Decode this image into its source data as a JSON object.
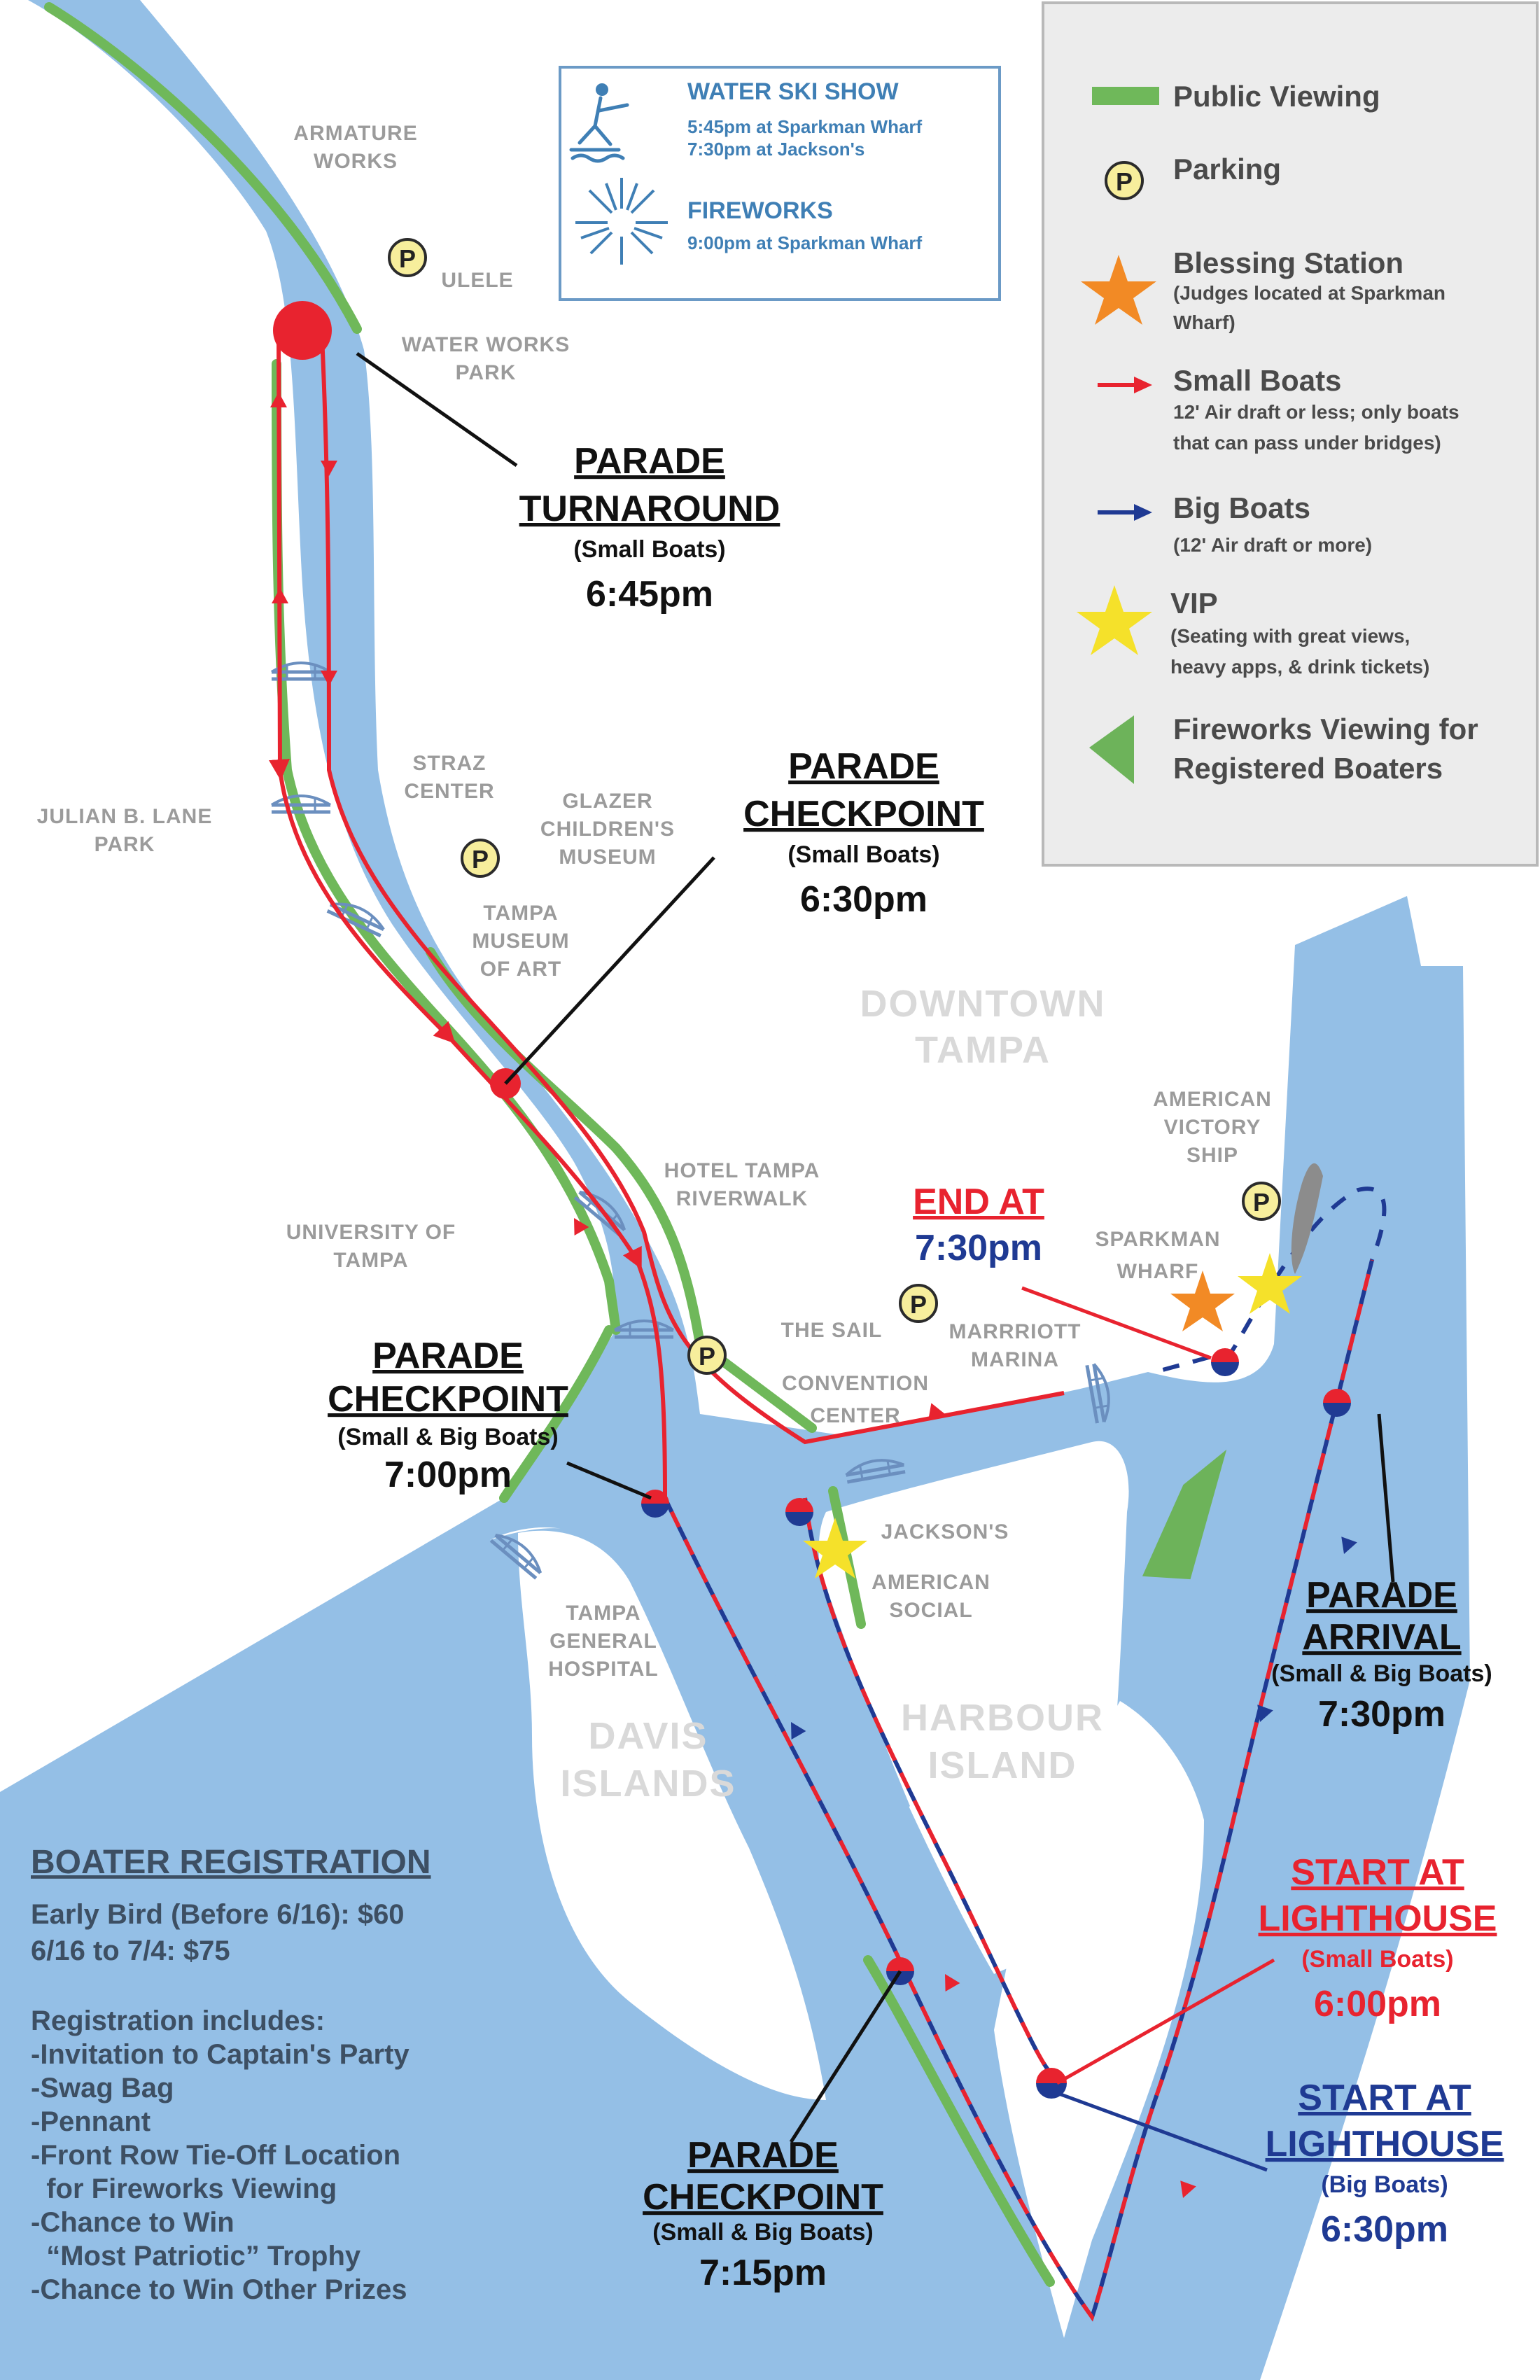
{
  "places": {
    "armature_works": [
      "ARMATURE",
      "WORKS"
    ],
    "ulele": "ULELE",
    "water_works_park": [
      "WATER WORKS",
      "PARK"
    ],
    "julian_b_lane_park": [
      "JULIAN B. LANE",
      "PARK"
    ],
    "straz_center": [
      "STRAZ",
      "CENTER"
    ],
    "glazer_museum": [
      "GLAZER",
      "CHILDREN'S",
      "MUSEUM"
    ],
    "tampa_museum_of_art": [
      "TAMPA",
      "MUSEUM",
      "OF ART"
    ],
    "downtown_tampa": [
      "DOWNTOWN",
      "TAMPA"
    ],
    "american_victory_ship": [
      "AMERICAN",
      "VICTORY",
      "SHIP"
    ],
    "hotel_tampa_riverwalk": [
      "HOTEL TAMPA",
      "RIVERWALK"
    ],
    "university_of_tampa": [
      "UNIVERSITY OF",
      "TAMPA"
    ],
    "sparkman_wharf": [
      "SPARKMAN",
      "WHARF"
    ],
    "the_sail": "THE SAIL",
    "marriott_marina": [
      "MARRRIOTT",
      "MARINA"
    ],
    "convention_center": [
      "CONVENTION",
      "CENTER"
    ],
    "jacksons": "JACKSON'S",
    "american_social": [
      "AMERICAN",
      "SOCIAL"
    ],
    "tampa_general_hospital": [
      "TAMPA",
      "GENERAL",
      "HOSPITAL"
    ],
    "davis_islands": [
      "DAVIS",
      "ISLANDS"
    ],
    "harbour_island": [
      "HARBOUR",
      "ISLAND"
    ]
  },
  "callouts": {
    "turnaround": {
      "title": [
        "PARADE",
        "TURNAROUND"
      ],
      "sub": "(Small Boats)",
      "time": "6:45pm"
    },
    "checkpoint_630": {
      "title": [
        "PARADE",
        "CHECKPOINT"
      ],
      "sub": "(Small Boats)",
      "time": "6:30pm"
    },
    "checkpoint_700": {
      "title": [
        "PARADE",
        "CHECKPOINT"
      ],
      "sub": "(Small & Big Boats)",
      "time": "7:00pm"
    },
    "checkpoint_715": {
      "title": [
        "PARADE",
        "CHECKPOINT"
      ],
      "sub": "(Small & Big Boats)",
      "time": "7:15pm"
    },
    "end": {
      "title": "END AT",
      "time": "7:30pm"
    },
    "arrival": {
      "title": [
        "PARADE",
        "ARRIVAL"
      ],
      "sub": "(Small & Big Boats)",
      "time": "7:30pm"
    },
    "start_small": {
      "title": [
        "START AT",
        "LIGHTHOUSE"
      ],
      "sub": "(Small Boats)",
      "time": "6:00pm"
    },
    "start_big": {
      "title": [
        "START AT",
        "LIGHTHOUSE"
      ],
      "sub": "(Big Boats)",
      "time": "6:30pm"
    }
  },
  "events": {
    "ski_title": "WATER SKI SHOW",
    "ski_lines": [
      "5:45pm at Sparkman Wharf",
      "7:30pm at Jackson's"
    ],
    "fireworks_title": "FIREWORKS",
    "fireworks_line": "9:00pm at Sparkman Wharf"
  },
  "legend": {
    "public_viewing": "Public Viewing",
    "parking": "Parking",
    "parking_symbol": "P",
    "blessing": "Blessing Station",
    "blessing_sub": [
      "(Judges located at Sparkman",
      "Wharf)"
    ],
    "small_boats": "Small Boats",
    "small_boats_sub": [
      "12' Air draft or less; only boats",
      "that can pass under bridges)"
    ],
    "big_boats": "Big Boats",
    "big_boats_sub": "(12' Air draft or more)",
    "vip": "VIP",
    "vip_sub": [
      "(Seating with great views,",
      "heavy apps, & drink tickets)"
    ],
    "fireworks_viewing": [
      "Fireworks Viewing for",
      "Registered Boaters"
    ]
  },
  "registration": {
    "title": "BOATER REGISTRATION",
    "prices": [
      "Early Bird (Before 6/16): $60",
      "6/16 to 7/4: $75"
    ],
    "includes_title": "Registration includes:",
    "items": [
      "-Invitation to Captain's Party",
      "-Swag Bag",
      "-Pennant",
      "-Front Row Tie-Off Location",
      "  for Fireworks Viewing",
      "-Chance to Win",
      "  “Most Patriotic” Trophy",
      "-Chance to Win Other Prizes"
    ]
  },
  "colors": {
    "water": "#94bfe6",
    "land": "#ffffff",
    "park": "#6fb85a",
    "small_route": "#e8232f",
    "big_route": "#1f3a93",
    "legend_bg": "#ececec",
    "parking_fill": "#f7ee9c",
    "blessing": "#f28a25",
    "vip": "#f5e12a",
    "fireworks_view": "#6db35a"
  },
  "icons": [
    "water-skier-icon",
    "fireworks-icon",
    "parking-icon",
    "blessing-star-icon",
    "vip-star-icon",
    "fireworks-viewing-triangle-icon",
    "bridge-icon"
  ]
}
